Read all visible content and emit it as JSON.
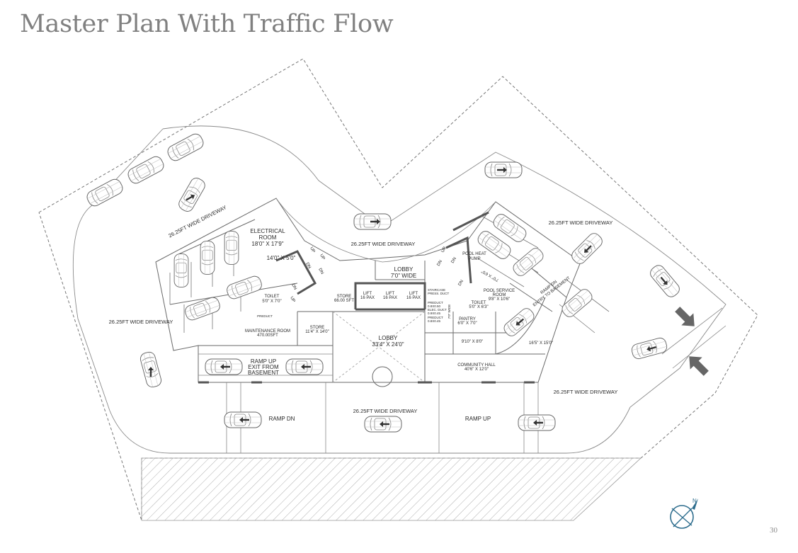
{
  "title": "Master Plan With Traffic Flow",
  "page_number": "30",
  "colors": {
    "line": "#6a6a6a",
    "wall": "#555555",
    "compass": "#2f6e8e"
  },
  "icons": {
    "compass": "north-compass-icon",
    "car": "car-icon",
    "arrow": "traffic-arrow-icon"
  },
  "labels": {
    "driveway_nw": "26.25FT WIDE DRIVEWAY",
    "driveway_top": "26.25FT WIDE DRIVEWAY",
    "driveway_ne": "26.25FT WIDE DRIVEWAY",
    "driveway_w": "26.25FT WIDE DRIVEWAY",
    "driveway_s": "26.25FT WIDE DRIVEWAY",
    "driveway_se": "26.25FT WIDE DRIVEWAY",
    "electrical_1": "ELECTRICAL",
    "electrical_2": "ROOM",
    "electrical_3": "18'0\" X 17'9\"",
    "shaft_dim": "14'0\" X 5'0\"",
    "toilet_w_1": "TOILET",
    "toilet_w_2": "5'0\" X 7'0\"",
    "preduct_w": "PREDUCT",
    "maintenance_1": "MAINTENANCE ROOM",
    "maintenance_2": "470.00SFT",
    "store_w_1": "STORE",
    "store_w_2": "11'4\" X 14'0\"",
    "store_c_1": "STORE",
    "store_c_2": "66.00 SFT",
    "lift_1": "LIFT",
    "lift_2": "LIFT",
    "lift_3": "LIFT",
    "lift_pax": "16 PAX",
    "lobby_top_1": "LOBBY",
    "lobby_top_2": "7'0\" WIDE",
    "lobby_main_1": "LOBBY",
    "lobby_main_2": "33'4\" X 24'0\"",
    "staircase_1": "STAIRCASE",
    "staircase_2": "PRESS. DUCT",
    "preduct_c_1": "PREDUCT",
    "preduct_c_2": "0.8X0.50",
    "preduct_c_3": "ELEC. DUCT",
    "preduct_c_4": "0.9X0.45",
    "preduct_c_5": "PREDUCT",
    "preduct_c_6": "0.8X0.45",
    "width_note": "7'0\" WIDE",
    "pool_heat_1": "POOL HEAT",
    "pool_heat_2": "PUMP",
    "pool_dim": "7'0\" X 6'0\"",
    "pool_service_1": "POOL SERVICE",
    "pool_service_2": "ROOM",
    "pool_service_3": "9'8\" X 10'6\"",
    "toilet_e_1": "TOILET",
    "toilet_e_2": "5'0\" X 6'3\"",
    "pantry_1": "PANTRY",
    "pantry_2": "6'0\" X 7'0\"",
    "room_9_10": "9'10\" X 8'0\"",
    "room_16_5": "16'5\" X 15'0\"",
    "community_1": "COMMUNITY HALL",
    "community_2": "40'6\" X 12'0\"",
    "ramp_dn_1": "RAMP DN",
    "ramp_dn_2": "ENTRY TO BASEMENT",
    "ramp_up_1": "RAMP UP",
    "ramp_up_2": "EXIT FROM",
    "ramp_up_3": "BASEMENT",
    "ramp_dn_s": "RAMP DN",
    "ramp_up_s": "RAMP UP",
    "stair_up": "UP",
    "stair_dn": "DN",
    "compass_n": "N"
  }
}
